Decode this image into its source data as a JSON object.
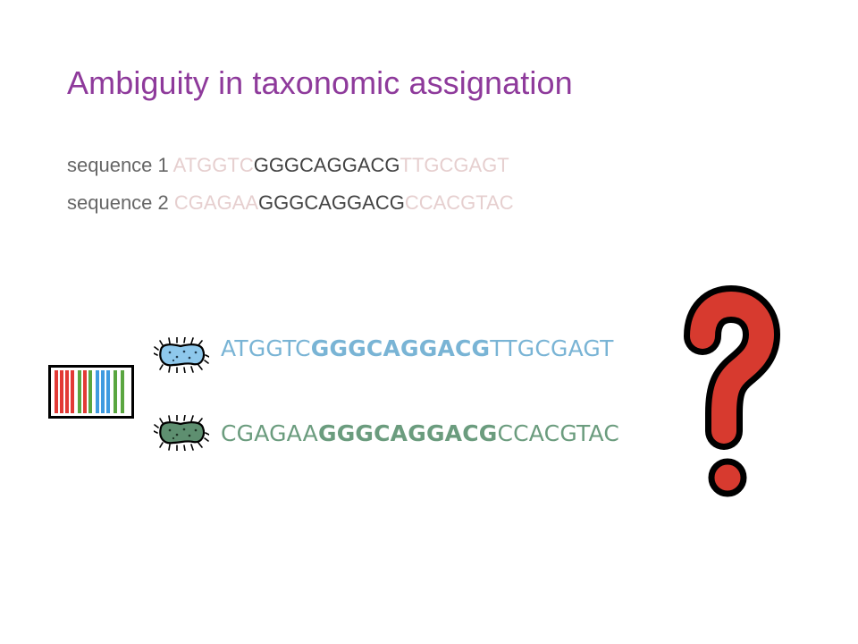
{
  "slide": {
    "title": "Ambiguity in taxonomic assignation"
  },
  "sequences_text": [
    {
      "label": "sequence 1",
      "prefix": "ATGGTC",
      "core": "GGGCAGGACG",
      "suffix": "TTGCGAGT"
    },
    {
      "label": "sequence 2",
      "prefix": "CGAGAA",
      "core": "GGGCAGGACG",
      "suffix": "CCACGTAC"
    }
  ],
  "organisms": [
    {
      "icon": "blue-bacterium-icon",
      "color": "#79b4d5",
      "prefix": "ATGGTC",
      "core": "GGGCAGGACG",
      "suffix": "TTGCGAGT"
    },
    {
      "icon": "green-bacterium-icon",
      "color": "#6b9c7e",
      "prefix": "CGAGAA",
      "core": "GGGCAGGACG",
      "suffix": "CCACGTAC"
    }
  ],
  "icons": {
    "barcode": "dna-barcode-icon",
    "question": "question-mark-icon"
  },
  "colors": {
    "title": "#8e3a9b",
    "faded_flank": "#e6cfcf",
    "shared_core": "#434343",
    "question_fill": "#d73a2f"
  }
}
